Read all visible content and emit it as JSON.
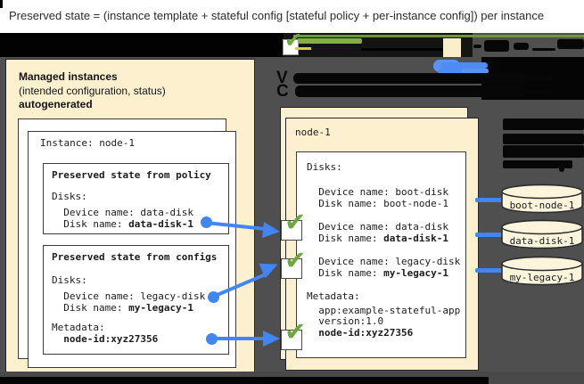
{
  "title": "Preserved state = (instance template + stateful config [stateful policy + per-instance config]) per instance",
  "icons": {
    "check": "✔"
  },
  "redacted": {
    "line1_start": "V",
    "line2_start": "C"
  },
  "managed_panel": {
    "heading_line1": "Managed instances",
    "heading_line2": "(intended configuration, status)",
    "heading_line3": "autogenerated",
    "instance_title": "Instance: node-1",
    "policy_box": {
      "title": "Preserved state from policy",
      "disks_label": "Disks:",
      "device_line": "  Device name: data-disk",
      "disk_prefix": "  Disk name: ",
      "disk_value": "data-disk-1"
    },
    "configs_box": {
      "title": "Preserved state from configs",
      "disks_label": "Disks:",
      "device_line": "  Device name: legacy-disk",
      "disk_prefix": "  Disk name: ",
      "disk_value": "my-legacy-1",
      "metadata_label": "Metadata:",
      "metadata_value_indent": "  ",
      "metadata_value": "node-id:xyz27356"
    }
  },
  "vm_panel": {
    "title": "node-1",
    "disks_label": "Disks:",
    "boot_device_line": "  Device name: boot-disk",
    "boot_disk_line": "  Disk name: boot-node-1",
    "data_device_line": "  Device name: data-disk",
    "data_disk_prefix": "  Disk name: ",
    "data_disk_value": "data-disk-1",
    "legacy_device_line": "  Device name: legacy-disk",
    "legacy_disk_prefix": "  Disk name: ",
    "legacy_disk_value": "my-legacy-1",
    "metadata_label": "Metadata:",
    "metadata_app_line": "  app:example-stateful-app",
    "metadata_version_line": "  version:1.0",
    "metadata_node_indent": "  ",
    "metadata_node_value": "node-id:xyz27356"
  },
  "disk_cylinders": [
    {
      "label": "boot-node-1"
    },
    {
      "label": "data-disk-1"
    },
    {
      "label": "my-legacy-1"
    }
  ],
  "colors": {
    "panel_cream": "#fcf0cf",
    "background_gray": "#4f4f4f",
    "accent_blue": "#4285f4",
    "check_green": "#6fa83e",
    "redaction_black": "#070707",
    "highlight_green_line": "#68983a"
  }
}
